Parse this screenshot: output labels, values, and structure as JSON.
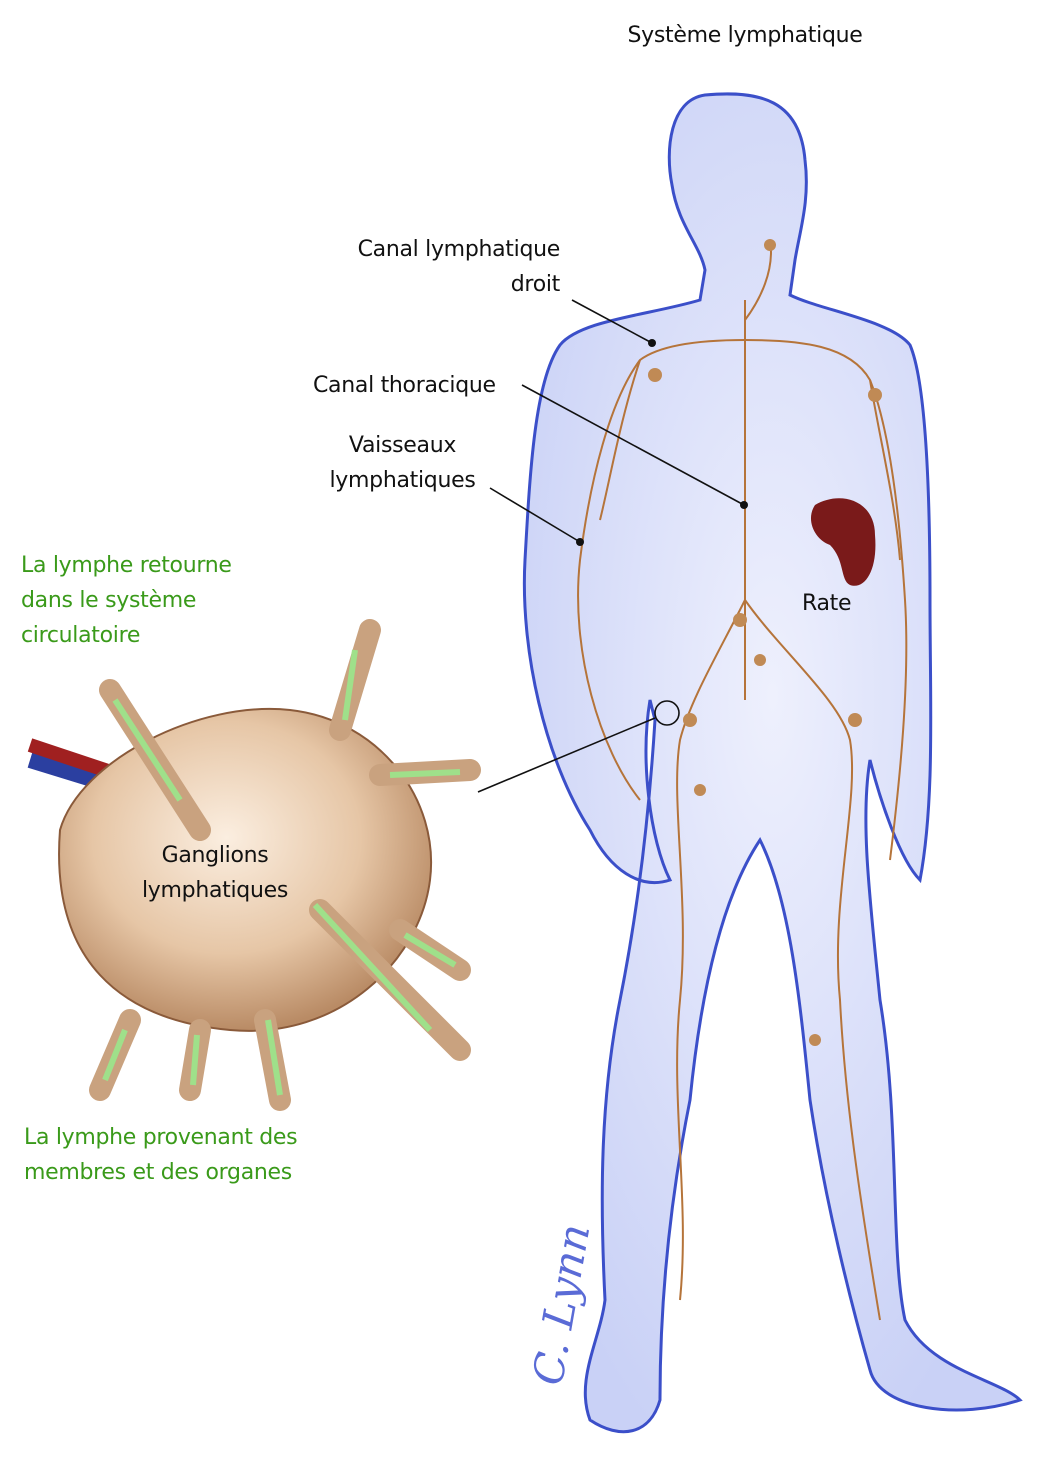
{
  "title": "Système lymphatique",
  "labels": {
    "right_duct_line1": "Canal lymphatique",
    "right_duct_line2": "droit",
    "thoracic_duct": "Canal thoracique",
    "vessels_line1": "Vaisseaux",
    "vessels_line2": "lymphatiques",
    "spleen": "Rate",
    "nodes_line1": "Ganglions",
    "nodes_line2": "lymphatiques"
  },
  "captions": {
    "return_line1": "La lymphe retourne",
    "return_line2": "dans le système",
    "return_line3": "circulatoire",
    "incoming_line1": "La lymphe provenant des",
    "incoming_line2": "membres et des organes"
  },
  "signature": "C. Lynn",
  "colors": {
    "body_outline": "#3b4fc9",
    "body_fill": "#dfe4fb",
    "lymph": "#b5743a",
    "spleen": "#7a1a1a",
    "caption_green": "#3a9a1a",
    "arrow_green": "#9fe08a"
  }
}
